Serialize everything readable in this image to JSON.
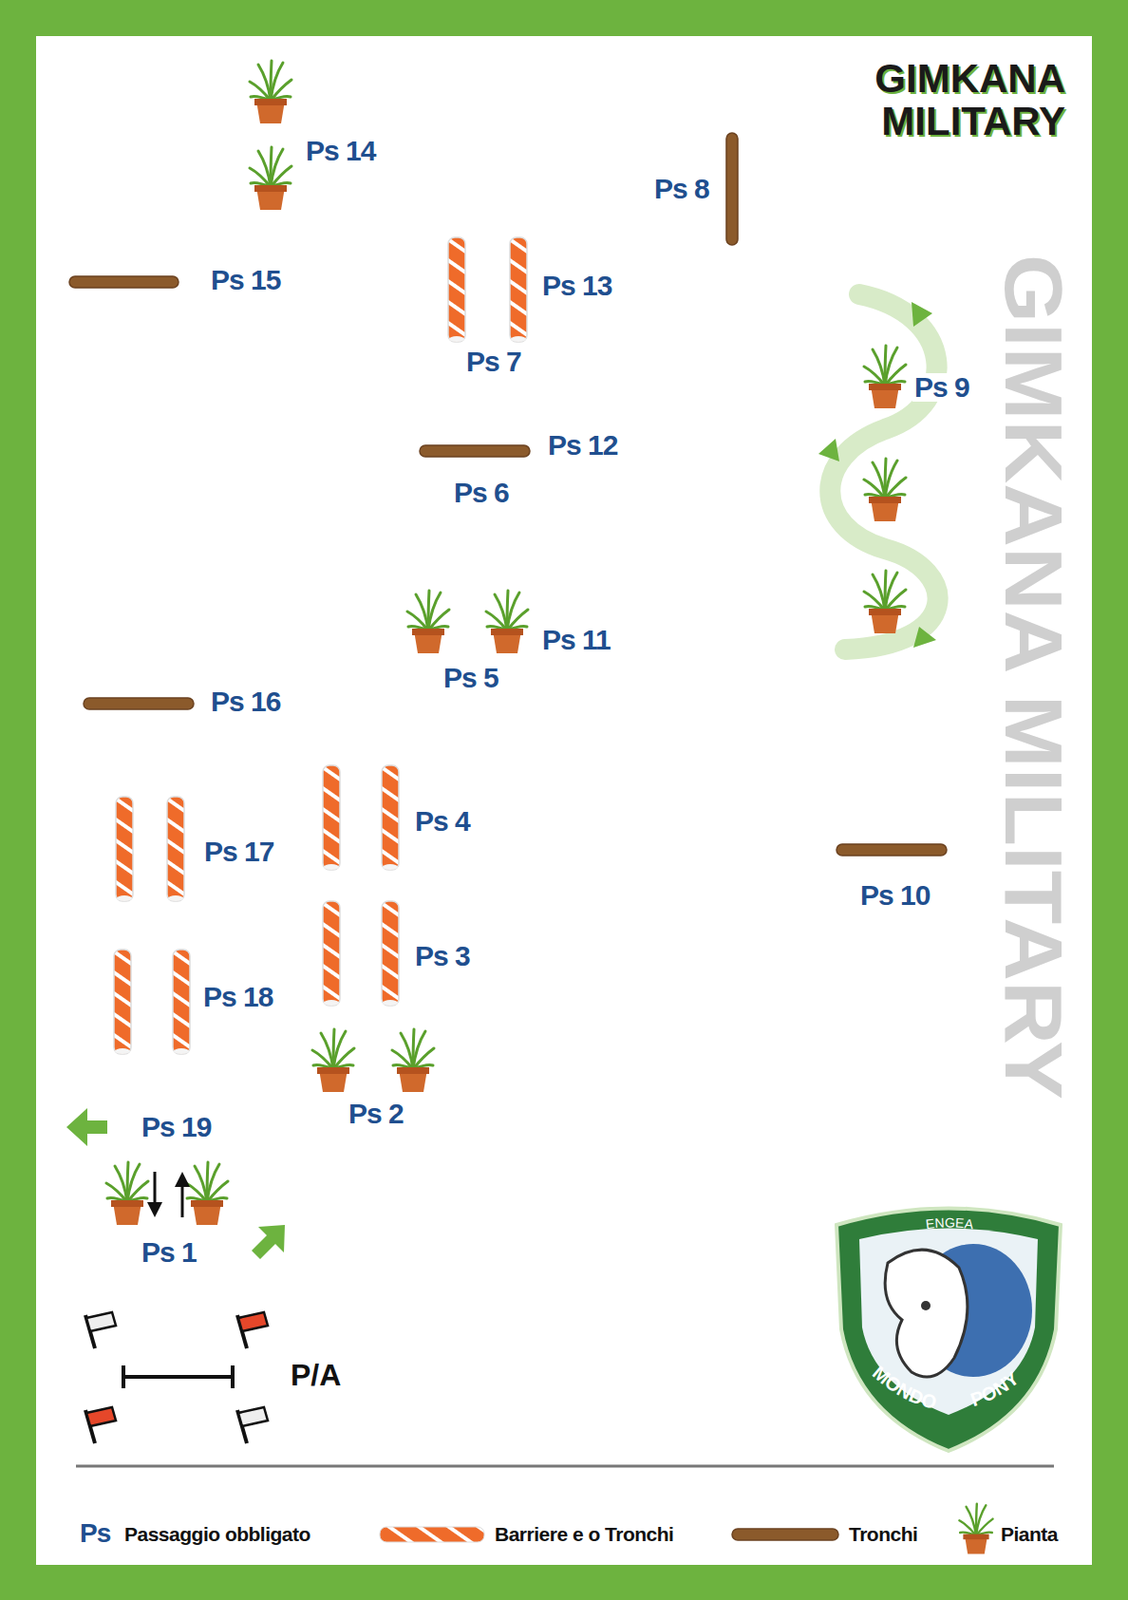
{
  "diagram": {
    "title": "GIMKANA MILITARY",
    "labels": [
      "GIMKANA MILITARY",
      "Ps 14",
      "Ps 8",
      "Ps 15",
      "Ps 13",
      "Ps 7",
      "Ps 9",
      "Ps 12",
      "Ps 6",
      "Ps 11",
      "Ps 5",
      "Ps 16",
      "Ps 4",
      "Ps 17",
      "Ps 10",
      "Ps 3",
      "Ps 18",
      "Ps 2",
      "Ps 19",
      "Ps 1",
      "P/A",
      "ENGEA",
      "MONDO",
      "PONY",
      "Ps"
    ],
    "legend": [
      {
        "text": "Passaggio obbligato"
      },
      {
        "text": "Barriere e o Tronchi"
      },
      {
        "text": "Tronchi"
      },
      {
        "text": "Pianta"
      }
    ]
  }
}
